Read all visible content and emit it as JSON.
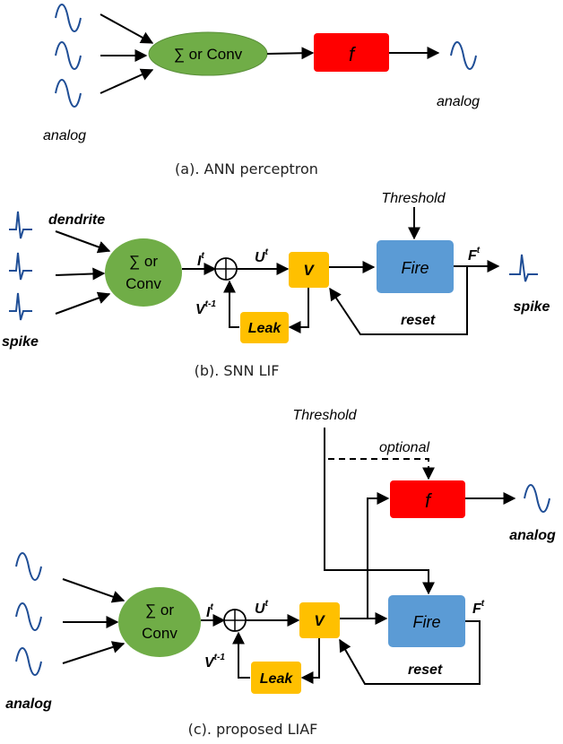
{
  "panels": {
    "ann": {
      "node_sum": "∑ or Conv",
      "node_f": "f",
      "label_in": "analog",
      "label_out": "analog",
      "caption": "(a). ANN perceptron"
    },
    "snn": {
      "node_sum_line1": "∑ or",
      "node_sum_line2": "Conv",
      "label_dendrite": "dendrite",
      "label_spike_in": "spike",
      "label_I": "I",
      "sup_I": "t",
      "label_U": "U",
      "sup_U": "t",
      "label_Vprev": "V",
      "sup_Vprev": "t-1",
      "node_V": "V",
      "node_leak": "Leak",
      "label_threshold": "Threshold",
      "node_fire": "Fire",
      "label_F": "F",
      "sup_F": "t",
      "label_reset": "reset",
      "label_spike_out": "spike",
      "caption": "(b). SNN LIF"
    },
    "liaf": {
      "label_threshold": "Threshold",
      "label_optional": "optional",
      "node_f": "f",
      "label_analog_out": "analog",
      "node_sum_line1": "∑ or",
      "node_sum_line2": "Conv",
      "label_I": "I",
      "sup_I": "t",
      "label_U": "U",
      "sup_U": "t",
      "label_Vprev": "V",
      "sup_Vprev": "t-1",
      "node_V": "V",
      "node_leak": "Leak",
      "node_fire": "Fire",
      "label_F": "F",
      "sup_F": "t",
      "label_reset": "reset",
      "label_analog_in": "analog",
      "caption": "(c). proposed LIAF"
    }
  },
  "colors": {
    "green": "#70ad47",
    "red": "#ff0000",
    "yellow": "#ffc000",
    "blue": "#5b9bd5",
    "wave": "#1f4e96"
  }
}
